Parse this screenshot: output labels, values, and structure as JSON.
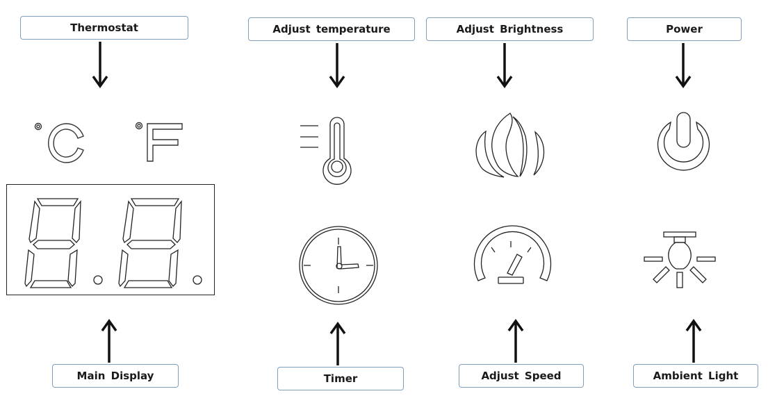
{
  "labels": {
    "thermostat": "Thermostat",
    "adjust_temperature": "Adjust  temperature",
    "adjust_brightness": "Adjust  Brightness",
    "power": "Power",
    "main_display": "Main Display",
    "timer": "Timer",
    "adjust_speed": "Adjust  Speed",
    "ambient_light": "Ambient  Light"
  },
  "units": {
    "celsius": "°C",
    "fahrenheit": "°F"
  },
  "icons": {
    "temperature": "thermometer-icon",
    "brightness": "flame-icon",
    "power": "power-icon",
    "timer": "clock-icon",
    "speed": "speedometer-icon",
    "light": "light-bulb-icon"
  },
  "colors": {
    "label_border": "#7f9fbf",
    "line": "#222222",
    "arrow": "#111111"
  }
}
